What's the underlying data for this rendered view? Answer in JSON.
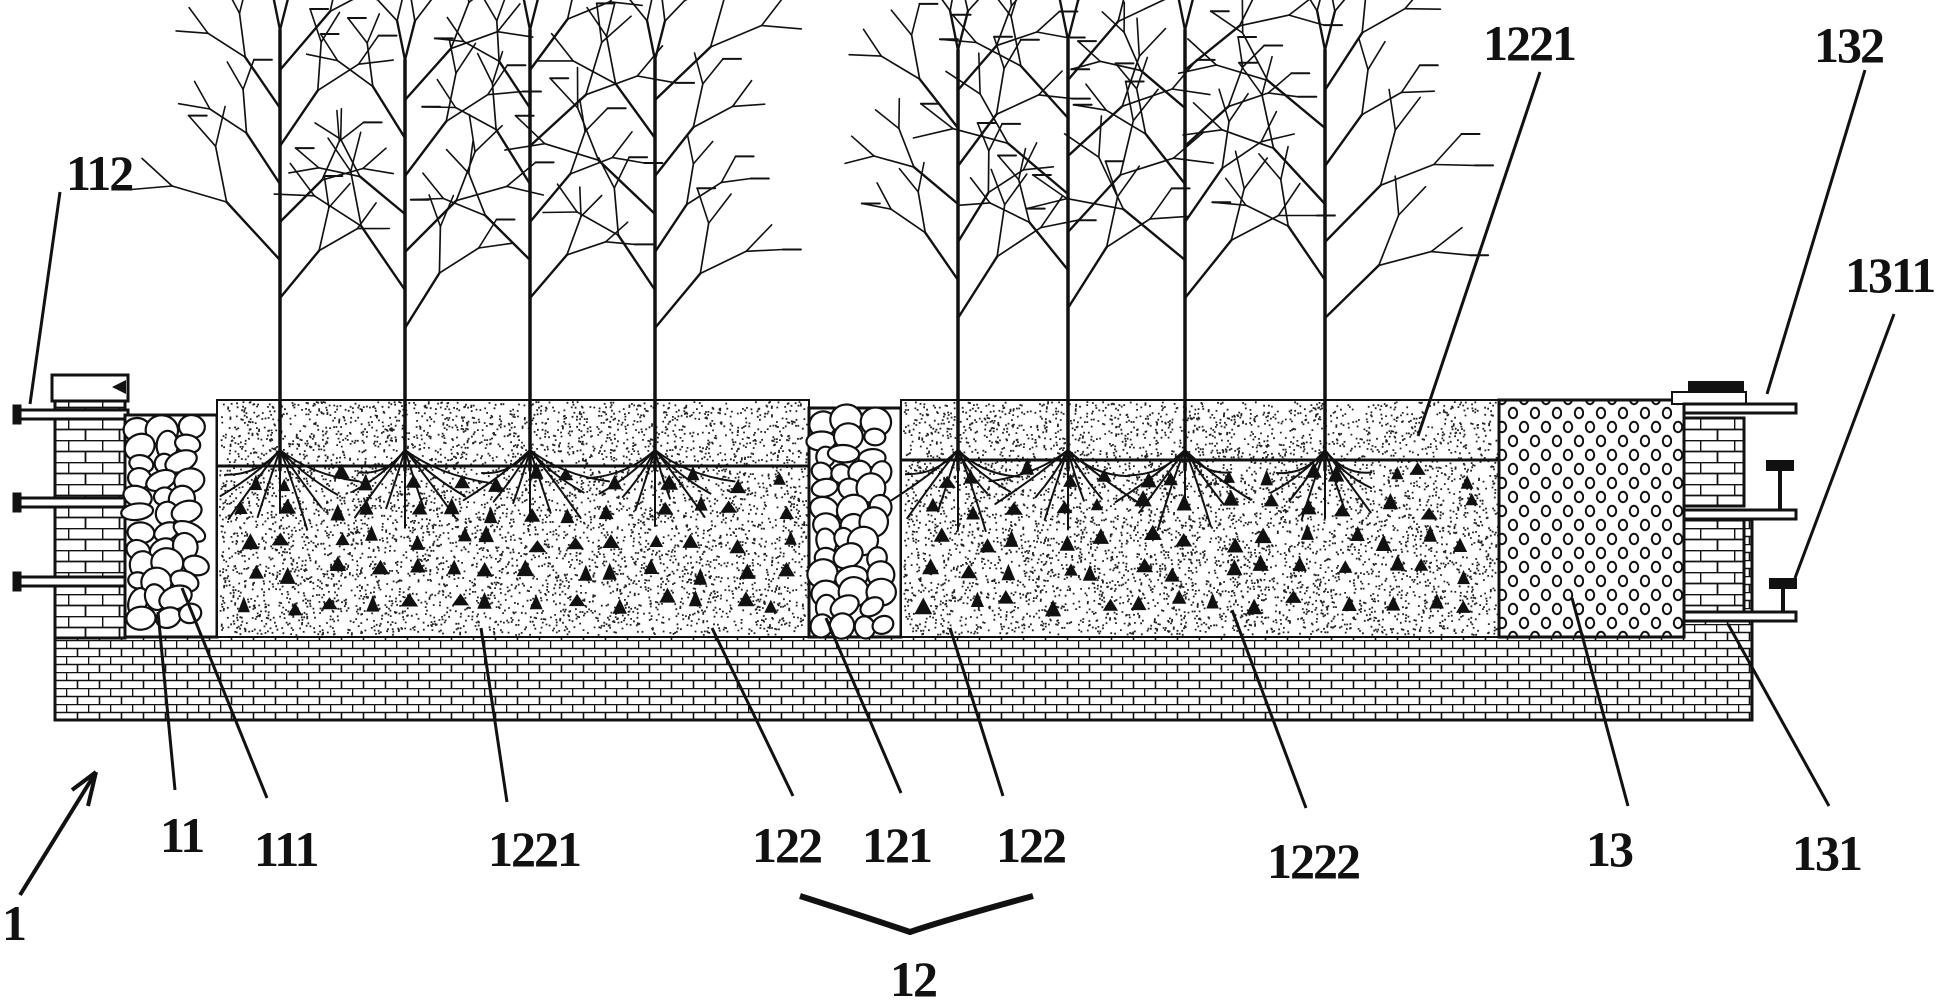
{
  "figure": {
    "background": "#ffffff",
    "ink": "#111111",
    "labels": [
      {
        "id": "112",
        "text": "112"
      },
      {
        "id": "1221-top",
        "text": "1221"
      },
      {
        "id": "132",
        "text": "132"
      },
      {
        "id": "1311",
        "text": "1311"
      },
      {
        "id": "1",
        "text": "1"
      },
      {
        "id": "11",
        "text": "11"
      },
      {
        "id": "111",
        "text": "111"
      },
      {
        "id": "1221-bottom",
        "text": "1221"
      },
      {
        "id": "122-left",
        "text": "122"
      },
      {
        "id": "121",
        "text": "121"
      },
      {
        "id": "122-right",
        "text": "122"
      },
      {
        "id": "1222",
        "text": "1222"
      },
      {
        "id": "13",
        "text": "13"
      },
      {
        "id": "131",
        "text": "131"
      },
      {
        "id": "12",
        "text": "12"
      }
    ]
  }
}
